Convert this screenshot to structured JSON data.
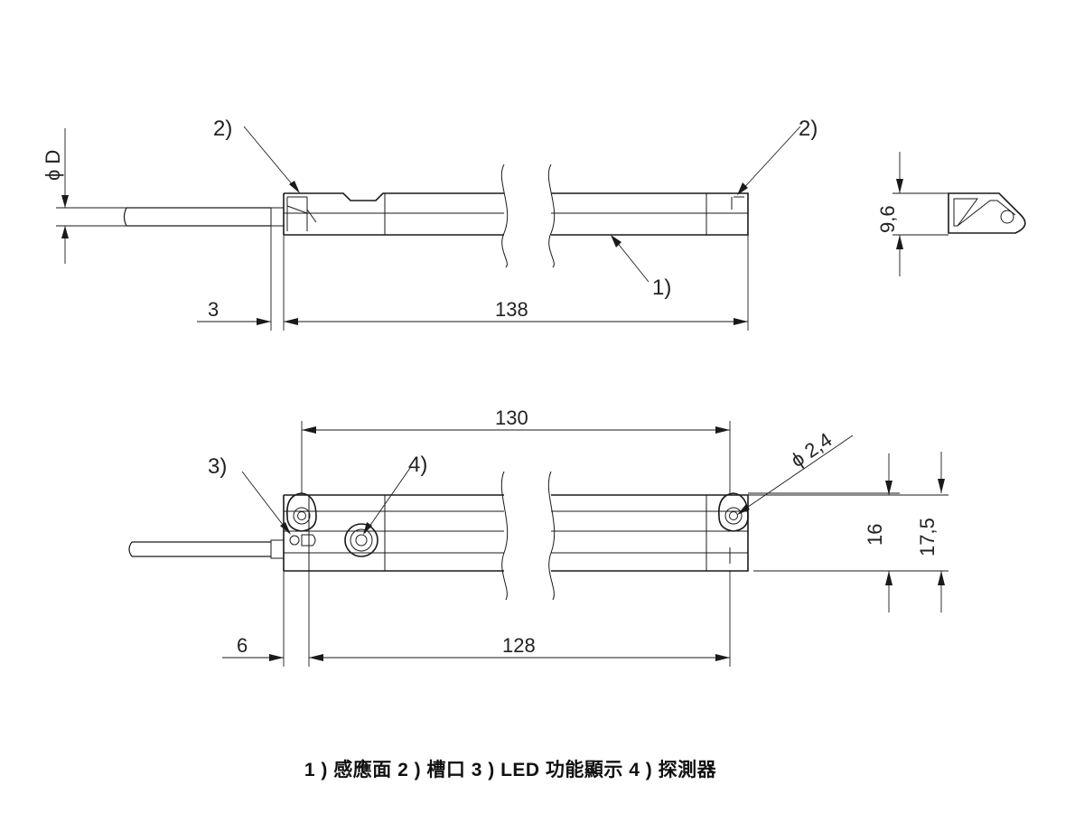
{
  "dims": {
    "dia_d": "ϕ D",
    "offset_3": "3",
    "length_138": "138",
    "height_9_6": "9,6",
    "length_130": "130",
    "dia_2_4": "ϕ 2,4",
    "height_16": "16",
    "height_17_5": "17,5",
    "offset_6": "6",
    "length_128": "128"
  },
  "callouts": {
    "slot_left": "2)",
    "slot_right": "2)",
    "sensing_face": "1)",
    "led": "3)",
    "probe": "4)"
  },
  "legend": "1 ) 感應面  2 ) 槽口  3 ) LED 功能顯示  4 ) 探測器"
}
